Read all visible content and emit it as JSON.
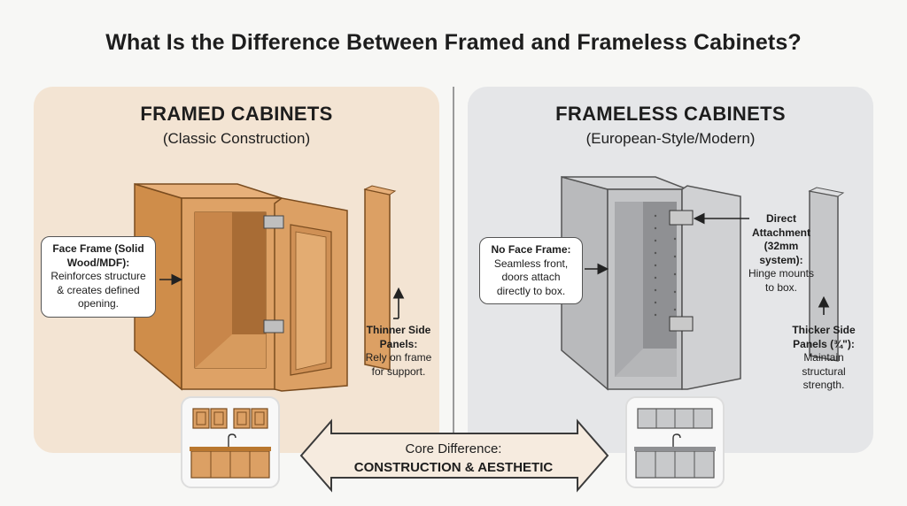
{
  "title": "What Is the Difference Between Framed and Frameless Cabinets?",
  "framed": {
    "heading": "FRAMED CABINETS",
    "subheading": "(Classic Construction)",
    "face_frame_title": "Face Frame (Solid Wood/MDF):",
    "face_frame_body": "Reinforces structure & creates defined opening.",
    "side_title": "Thinner Side Panels:",
    "side_body": "Rely on frame for support."
  },
  "frameless": {
    "heading": "FRAMELESS CABINETS",
    "subheading": "(European-Style/Modern)",
    "no_frame_title": "No Face Frame:",
    "no_frame_body": "Seamless front, doors attach directly to box.",
    "attach_title": "Direct Attachment (32mm system):",
    "attach_body": "Hinge mounts to box.",
    "side_title": "Thicker Side Panels (¾\"):",
    "side_body": "Maintain structural strength."
  },
  "core": {
    "line1": "Core Difference:",
    "line2": "CONSTRUCTION & AESTHETIC"
  },
  "colors": {
    "framed_panel": "#f3e4d3",
    "frameless_panel": "#e5e6e8",
    "wood": "#d99a55",
    "grey": "#c8c9cb"
  }
}
